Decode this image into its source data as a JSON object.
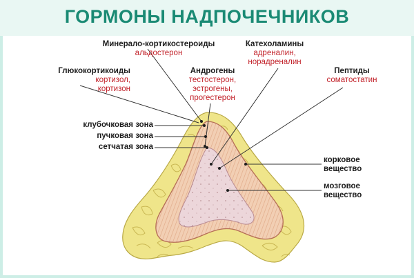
{
  "title": "ГОРМОНЫ НАДПОЧЕЧНИКОВ",
  "labels": {
    "mineralo": {
      "heading": "Минерало-кортикостероиды",
      "hormones": "альдостерон"
    },
    "katechol": {
      "heading": "Катехоламины",
      "hormones1": "адреналин,",
      "hormones2": "норадреналин"
    },
    "gluko": {
      "heading": "Глюкокортикоиды",
      "hormones1": "кортизол,",
      "hormones2": "кортизон"
    },
    "androgen": {
      "heading": "Андрогены",
      "hormones1": "тестостерон,",
      "hormones2": "эстрогены,",
      "hormones3": "прогестерон"
    },
    "peptide": {
      "heading": "Пептиды",
      "hormones": "соматостатин"
    },
    "zone_glomerular": "клубочковая зона",
    "zone_fascicular": "пучковая зона",
    "zone_reticular": "сетчатая зона",
    "cortex": {
      "line1": "корковое",
      "line2": "вещество"
    },
    "medulla": {
      "line1": "мозговое",
      "line2": "вещество"
    }
  },
  "colors": {
    "title": "#1a8a74",
    "header_bg": "#e9f7f3",
    "hormone_text": "#c2222a",
    "fat": "#efe58a",
    "cortex": "#f0ccb0",
    "medulla": "#ecd6da"
  }
}
